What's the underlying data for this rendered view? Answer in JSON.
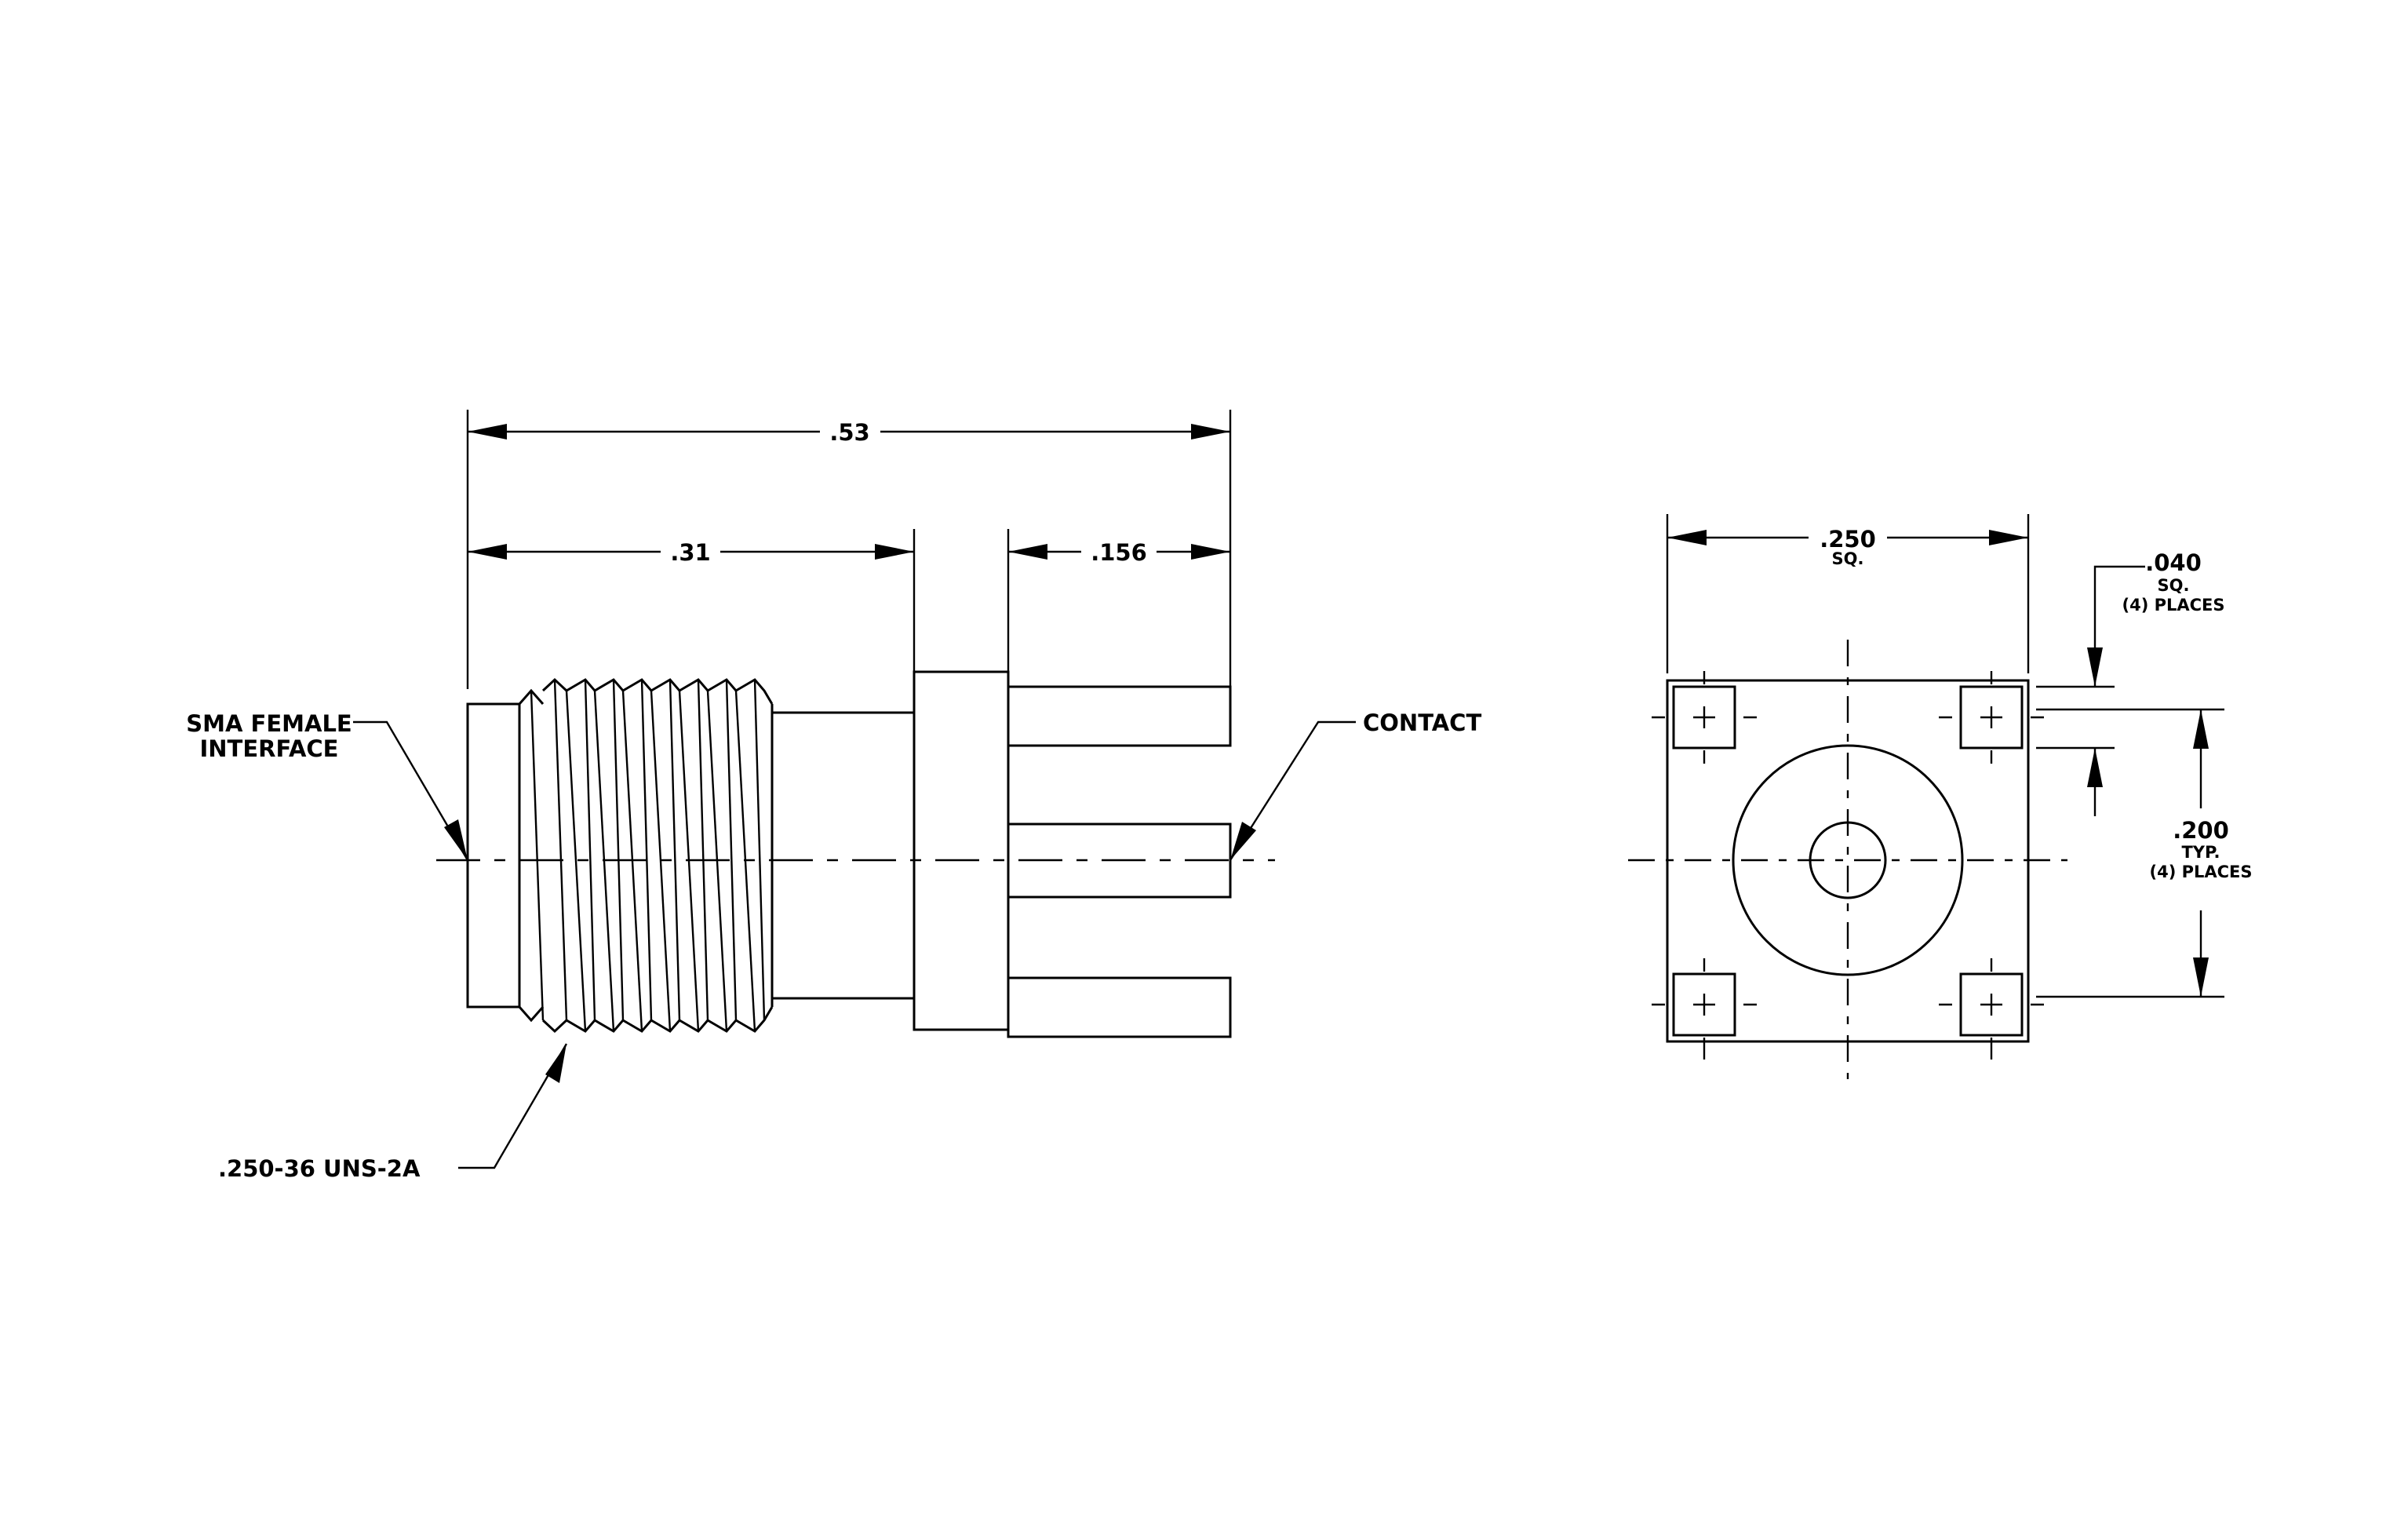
{
  "side_view": {
    "dim_overall": ".53",
    "dim_body": ".31",
    "dim_contact": ".156",
    "label_interface_line1": "SMA FEMALE",
    "label_interface_line2": "INTERFACE",
    "label_contact": "CONTACT",
    "label_thread": ".250-36 UNS-2A"
  },
  "end_view": {
    "dim_square": ".250",
    "dim_square_sub": "SQ.",
    "dim_pad": ".040",
    "dim_pad_sub1": "SQ.",
    "dim_pad_sub2": "(4) PLACES",
    "dim_spacing": ".200",
    "dim_spacing_sub1": "TYP.",
    "dim_spacing_sub2": "(4) PLACES"
  }
}
